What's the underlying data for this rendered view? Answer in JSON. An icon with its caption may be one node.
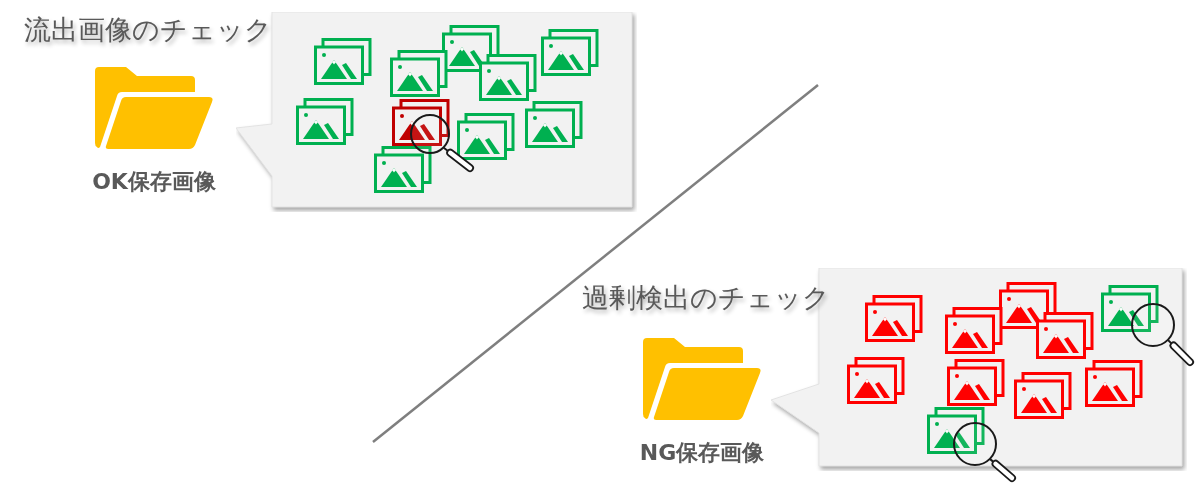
{
  "diagram": {
    "nodes": [
      {
        "text": [
          "OK保存画像"
        ]
      },
      {
        "text": [],
        "shape": "callout"
      },
      {
        "text": [
          "NG保存画像"
        ]
      },
      {
        "text": [],
        "shape": "callout"
      }
    ],
    "labels": [
      "流出画像のチェック",
      "過剰検出のチェック"
    ]
  }
}
